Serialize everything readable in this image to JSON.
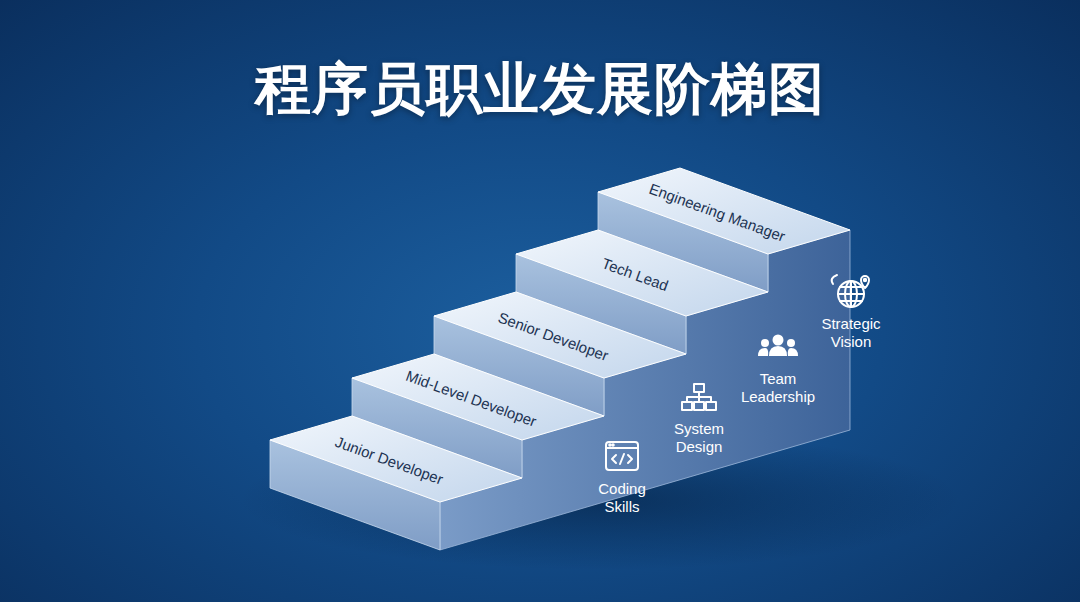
{
  "diagram": {
    "title": "程序员职业发展阶梯图",
    "nodes": [
      {
        "text": [
          "Junior Developer"
        ]
      },
      {
        "text": [
          "Mid-Level Developer"
        ]
      },
      {
        "text": [
          "Senior Developer"
        ]
      },
      {
        "text": [
          "Tech Lead"
        ]
      },
      {
        "text": [
          "Engineering Manager"
        ]
      }
    ],
    "labels": [
      "Coding Skills",
      "System Design",
      "Team Leadership",
      "Strategic Vision"
    ]
  }
}
